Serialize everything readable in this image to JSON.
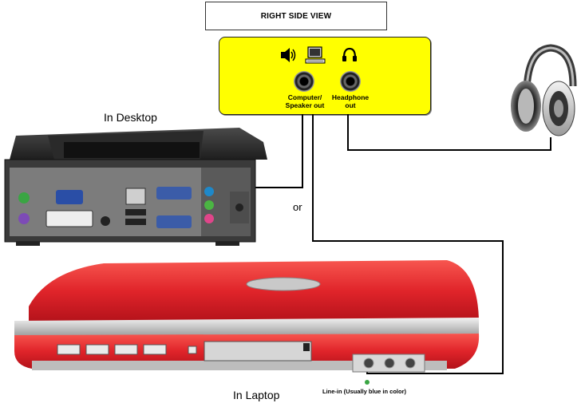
{
  "header": {
    "title": "RIGHT SIDE VIEW"
  },
  "panel": {
    "speaker_icon": "speaker-icon",
    "computer_icon": "computer-icon",
    "headphone_icon": "headphone-icon",
    "jack1_label_line1": "Computer/",
    "jack1_label_line2": "Speaker out",
    "jack2_label_line1": "Headphone",
    "jack2_label_line2": "out"
  },
  "labels": {
    "desktop": "In Desktop",
    "or": "or",
    "laptop": "In Laptop",
    "line_in": "Line-in (Usually blue in color)"
  },
  "colors": {
    "panel_yellow": "#ffff00",
    "laptop_red": "#e0242a",
    "cable": "#000000"
  }
}
